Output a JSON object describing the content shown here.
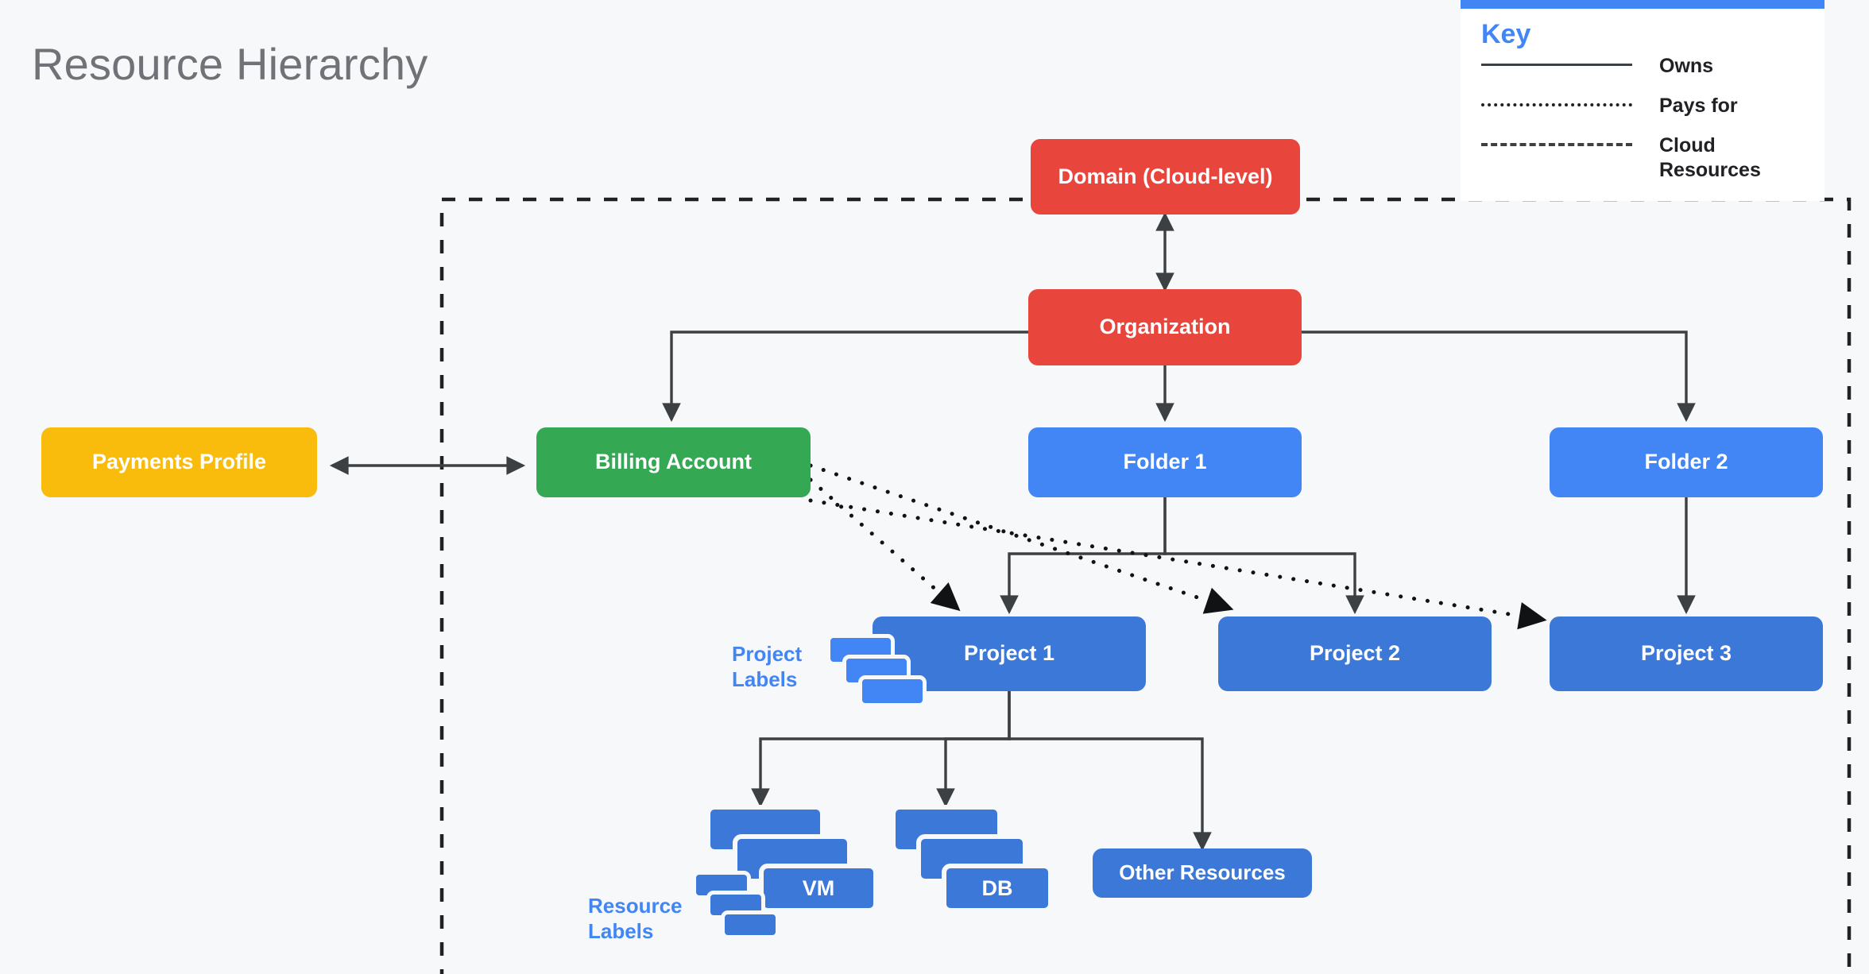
{
  "page": {
    "title": "Resource Hierarchy",
    "background_color": "#f6f8fa"
  },
  "colors": {
    "red": "#e8453c",
    "green": "#34a853",
    "yellow": "#f9bc0d",
    "blue": "#4285f4",
    "dark_blue": "#3c78d8",
    "line": "#3c4043",
    "title_text": "#6f7276"
  },
  "legend": {
    "title": "Key",
    "accent_color": "#4285f4",
    "rows": [
      {
        "style": "solid",
        "label": "Owns"
      },
      {
        "style": "dotted",
        "label": "Pays for"
      },
      {
        "style": "dashed",
        "label": "Cloud Resources"
      }
    ]
  },
  "nodes": {
    "domain": "Domain (Cloud-level)",
    "organization": "Organization",
    "payments_profile": "Payments Profile",
    "billing_account": "Billing Account",
    "folder_1": "Folder 1",
    "folder_2": "Folder 2",
    "project_1": "Project 1",
    "project_2": "Project 2",
    "project_3": "Project 3",
    "vm": "VM",
    "db": "DB",
    "other_resources": "Other Resources"
  },
  "annotations": {
    "project_labels": "Project Labels",
    "project_labels_line1": "Project",
    "project_labels_line2": "Labels",
    "resource_labels": "Resource Labels",
    "resource_labels_line1": "Resource",
    "resource_labels_line2": "Labels"
  },
  "relationships": [
    {
      "from": "Domain (Cloud-level)",
      "to": "Organization",
      "type": "owns",
      "arrows": "both"
    },
    {
      "from": "Organization",
      "to": "Billing Account",
      "type": "owns",
      "arrows": "to"
    },
    {
      "from": "Organization",
      "to": "Folder 1",
      "type": "owns",
      "arrows": "to"
    },
    {
      "from": "Organization",
      "to": "Folder 2",
      "type": "owns",
      "arrows": "to"
    },
    {
      "from": "Payments Profile",
      "to": "Billing Account",
      "type": "owns",
      "arrows": "both"
    },
    {
      "from": "Folder 1",
      "to": "Project 1",
      "type": "owns",
      "arrows": "to"
    },
    {
      "from": "Folder 1",
      "to": "Project 2",
      "type": "owns",
      "arrows": "to"
    },
    {
      "from": "Folder 2",
      "to": "Project 3",
      "type": "owns",
      "arrows": "to"
    },
    {
      "from": "Billing Account",
      "to": "Project 1",
      "type": "pays for",
      "arrows": "to"
    },
    {
      "from": "Billing Account",
      "to": "Project 2",
      "type": "pays for",
      "arrows": "to"
    },
    {
      "from": "Billing Account",
      "to": "Project 3",
      "type": "pays for",
      "arrows": "to"
    },
    {
      "from": "Project 1",
      "to": "VM",
      "type": "owns",
      "arrows": "to"
    },
    {
      "from": "Project 1",
      "to": "DB",
      "type": "owns",
      "arrows": "to"
    },
    {
      "from": "Project 1",
      "to": "Other Resources",
      "type": "owns",
      "arrows": "to"
    }
  ]
}
